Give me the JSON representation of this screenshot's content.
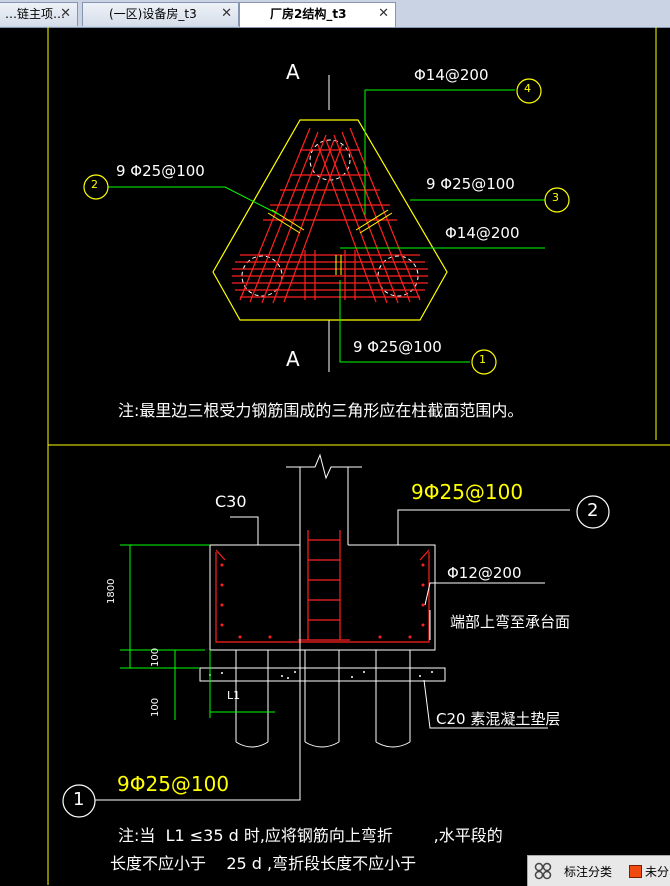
{
  "tabs": [
    {
      "label": "…链主项…",
      "close": "✕"
    },
    {
      "label": "(一区)设备房_t3",
      "close": "✕"
    },
    {
      "label": "厂房2结构_t3",
      "close": "✕"
    }
  ],
  "drawing_top": {
    "section_top": "A",
    "section_bottom": "A",
    "rebar_4": "Φ14@200",
    "rebar_2": "9 Φ25@100",
    "rebar_3": "9 Φ25@100",
    "rebar_14": "Φ14@200",
    "rebar_1": "9 Φ25@100",
    "marker_1": "1",
    "marker_2": "2",
    "marker_3": "3",
    "marker_4": "4",
    "note": "注:最里边三根受力钢筋围成的三角形应在柱截面范围内。"
  },
  "drawing_bottom": {
    "concrete": "C30",
    "rebar_main": "9Φ25@100",
    "rebar_main_bottom": "9Φ25@100",
    "rebar_stirrup": "Φ12@200",
    "end_note": "端部上弯至承台面",
    "cushion": "C20 素混凝土垫层",
    "dim_1800": "1800",
    "dim_100a": "100",
    "dim_100b": "100",
    "dim_l1": "L1",
    "marker_2": "2",
    "marker_1": "1",
    "note_line1": "注:当  L1 ≤35 d 时,应将钢筋向上弯折        ,水平段的",
    "note_line2": "长度不应小于    25 d ,弯折段长度不应小于"
  },
  "statusbar": {
    "label": "标注分类",
    "label2": "未分"
  },
  "colors": {
    "background": "#000000",
    "rebar": "#ff2020",
    "leader": "#00ff00",
    "outline": "#ffff00",
    "white": "#ffffff",
    "text": "#ffffff",
    "marker": "#ffff00"
  }
}
